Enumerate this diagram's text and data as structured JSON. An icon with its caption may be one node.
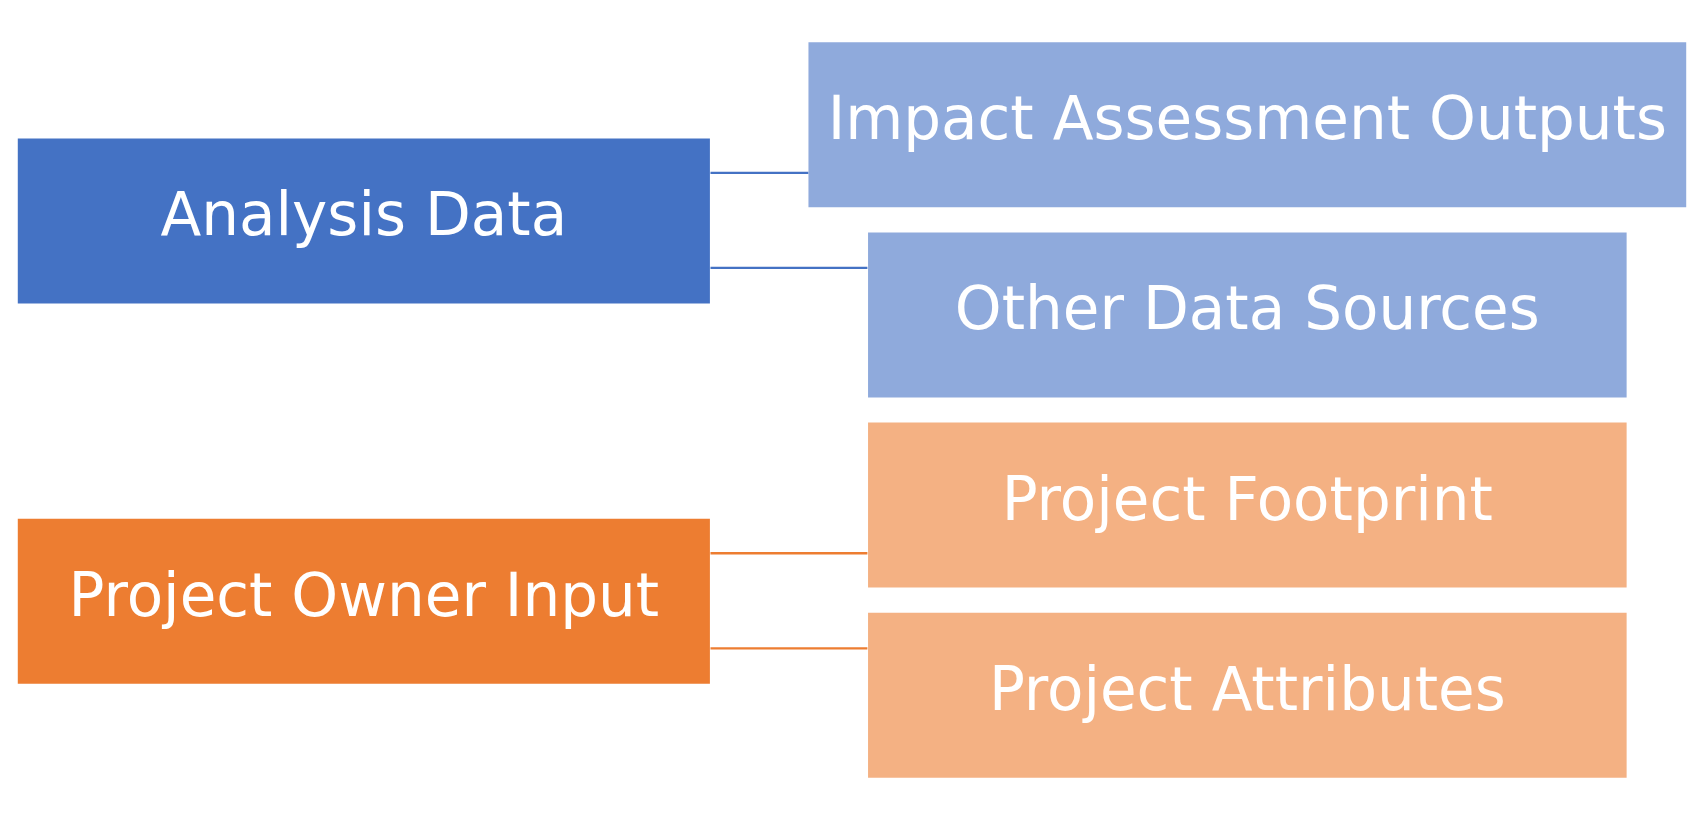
{
  "diagram": {
    "nodes": [
      {
        "text": [
          "Project Owner Input"
        ]
      },
      {
        "text": [
          "Project Footprint"
        ]
      },
      {
        "text": [
          "Project Attributes"
        ]
      },
      {
        "text": [
          "Analysis Data"
        ]
      },
      {
        "text": [
          "Impact Assessment Outputs"
        ]
      },
      {
        "text": [
          "Other Data Sources"
        ]
      }
    ],
    "edges": [
      {
        "from": 0,
        "to": 1,
        "arrow": "none",
        "color": "#ed7d31"
      },
      {
        "from": 0,
        "to": 2,
        "arrow": "none",
        "color": "#ed7d31"
      },
      {
        "from": 3,
        "to": 4,
        "arrow": "none",
        "color": "#4472c4"
      },
      {
        "from": 3,
        "to": 5,
        "arrow": "none",
        "color": "#4472c4"
      }
    ]
  }
}
